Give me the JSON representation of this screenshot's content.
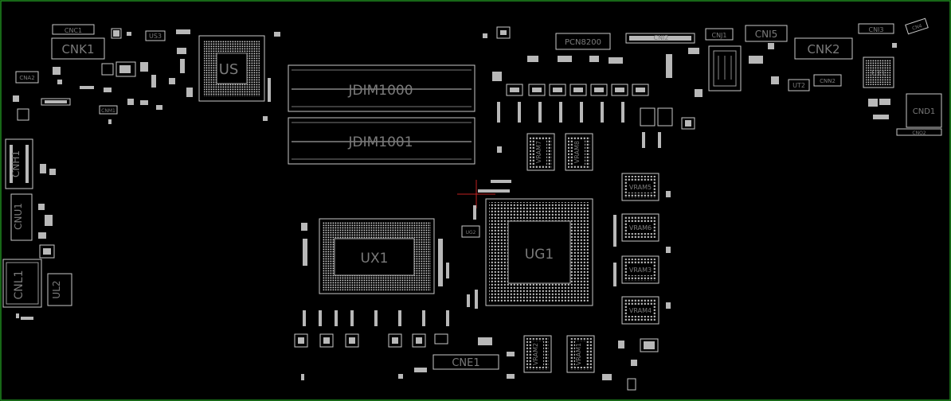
{
  "board": {
    "outline_color": "#1f8a1f",
    "silk_color": "#c8c8c8",
    "label_color": "#7a7a7a"
  },
  "labels": {
    "cnc1": "CNC1",
    "us3": "US3",
    "cnk1": "CNK1",
    "us": "US",
    "cna2": "CNA2",
    "cnh1": "CNH1",
    "cnu1": "CNU1",
    "cnl1": "CNL1",
    "ul2": "UL2",
    "jdim1000": "JDIM1000",
    "jdim1001": "JDIM1001",
    "pcn8200": "PCN8200",
    "cni2": "CNI2",
    "cnj1": "CNJ1",
    "cni5": "CNI5",
    "cnk2": "CNK2",
    "cni3": "CNI3",
    "cn4": "CN4",
    "ut2": "UT2",
    "cnn2": "CNN2",
    "ut1": "UT1",
    "cnd1": "CND1",
    "cnd2": "CNO2",
    "vram7": "VRAM7",
    "vram8": "VRAM8",
    "vram5": "VRAM5",
    "vram6": "VRAM6",
    "vram3": "VRAM3",
    "vram4": "VRAM4",
    "vram2": "VRAM2",
    "vram1": "VRAM1",
    "ux1": "UX1",
    "ug1": "UG1",
    "ug2": "UG2",
    "cne1": "CNE1",
    "cnm1": "CNM1"
  }
}
